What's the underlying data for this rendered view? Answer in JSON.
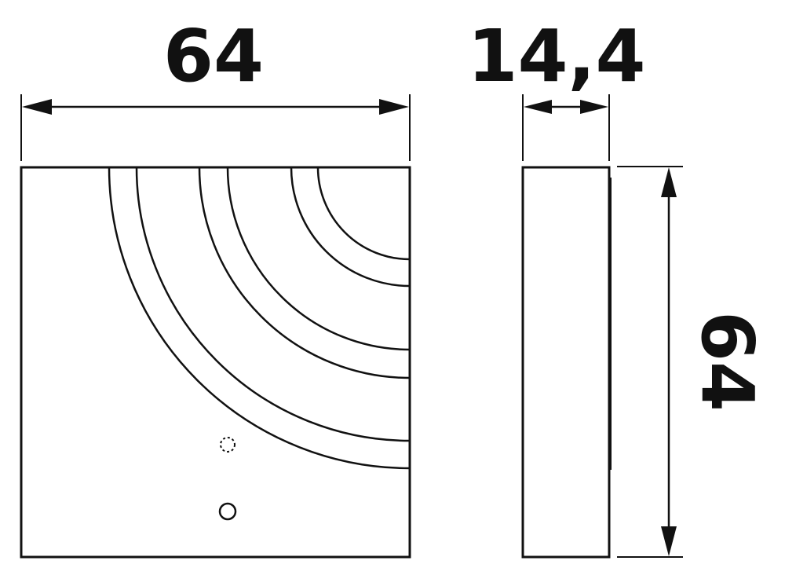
{
  "dimensions": {
    "front_width": "64",
    "side_thickness": "14,4",
    "side_height": "64"
  },
  "colors": {
    "line": "#111111",
    "background": "#ffffff"
  }
}
